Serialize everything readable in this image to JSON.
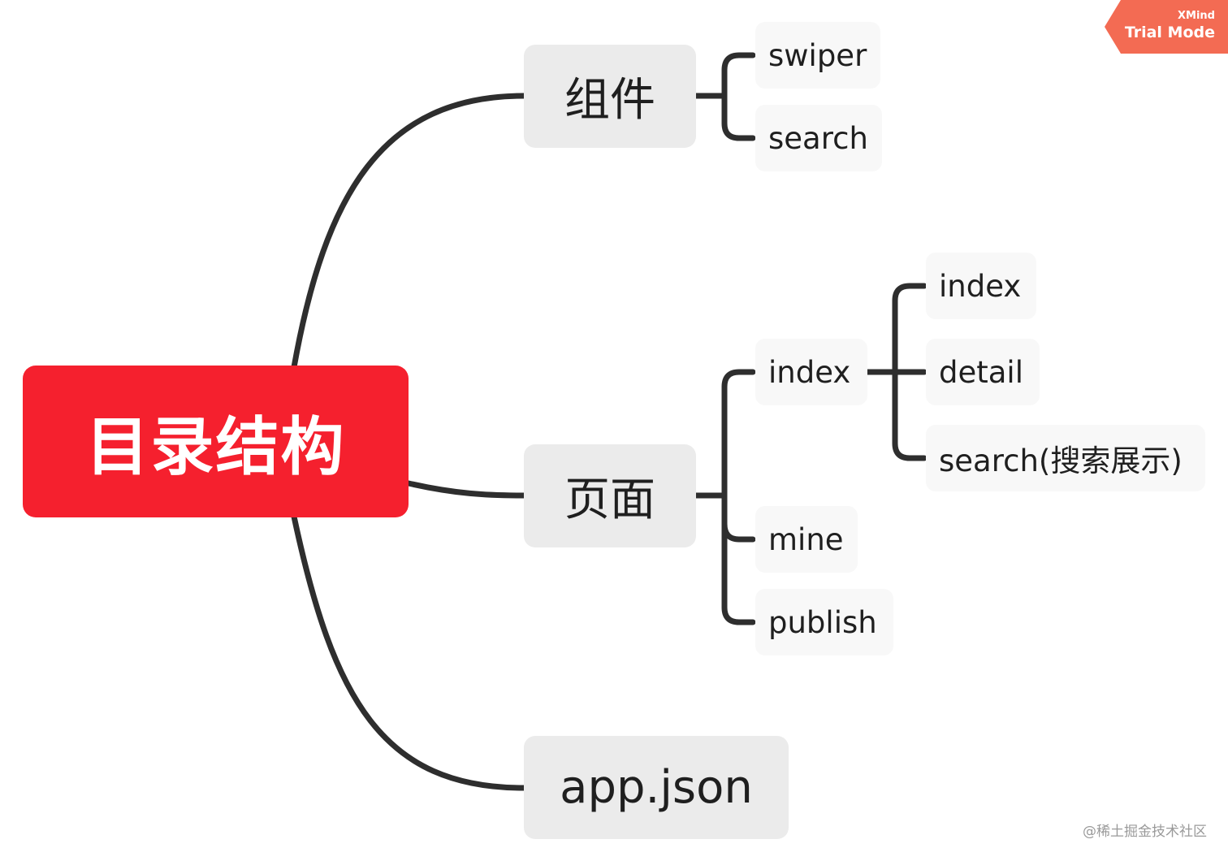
{
  "root": {
    "label": "目录结构"
  },
  "branches": {
    "components": {
      "label": "组件",
      "children": [
        "swiper",
        "search"
      ]
    },
    "pages": {
      "label": "页面",
      "index": {
        "label": "index",
        "children": [
          "index",
          "detail",
          "search(搜索展示)"
        ]
      },
      "mine": "mine",
      "publish": "publish"
    },
    "app_json": {
      "label": "app.json"
    }
  },
  "badge": {
    "brand": "XMind",
    "mode": "Trial Mode"
  },
  "watermark": "@稀土掘金技术社区",
  "colors": {
    "root": "#f5202e",
    "main_topic": "#ebebeb",
    "sub_topic": "#f8f8f8",
    "connector": "#2e2e2e",
    "badge": "#f36b53"
  }
}
